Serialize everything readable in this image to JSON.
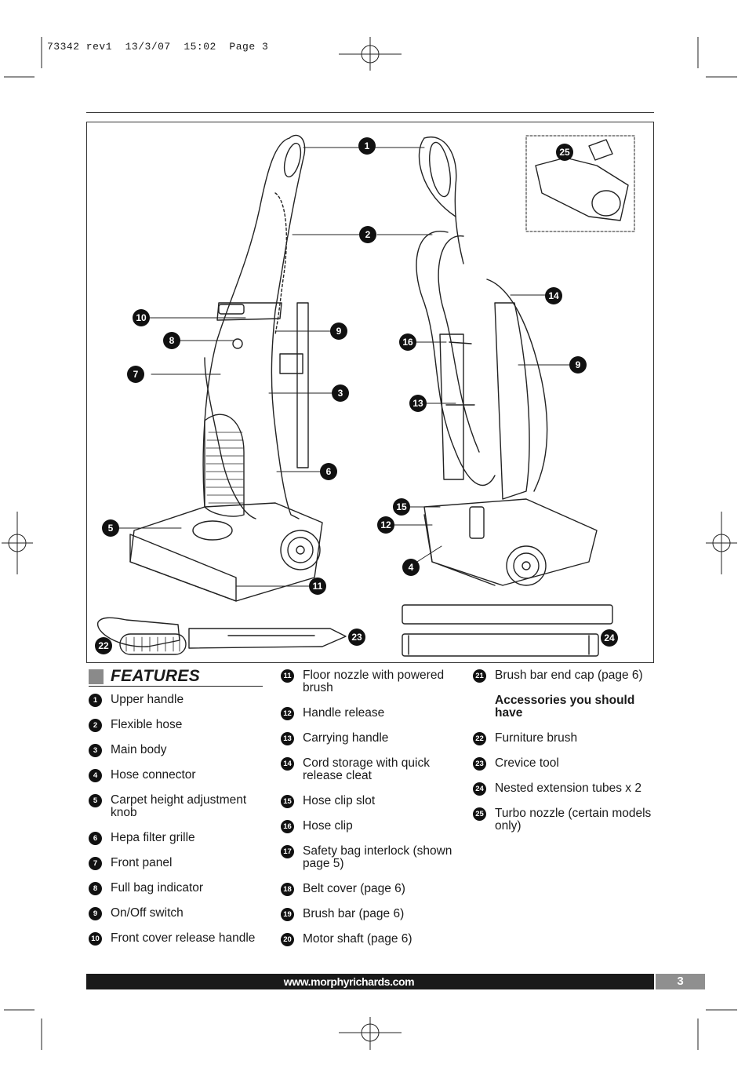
{
  "print_header": "73342 rev1  13/3/07  15:02  Page 3",
  "figure": {
    "callouts": [
      "1",
      "2",
      "10",
      "9",
      "8",
      "16",
      "14",
      "7",
      "3",
      "13",
      "6",
      "15",
      "5",
      "12",
      "4",
      "11",
      "22",
      "23",
      "24",
      "25"
    ]
  },
  "features": {
    "title": "FEATURES",
    "col1": [
      {
        "n": "1",
        "text": "Upper handle"
      },
      {
        "n": "2",
        "text": "Flexible hose"
      },
      {
        "n": "3",
        "text": "Main body"
      },
      {
        "n": "4",
        "text": "Hose connector"
      },
      {
        "n": "5",
        "text": "Carpet height adjustment knob"
      },
      {
        "n": "6",
        "text": "Hepa filter grille"
      },
      {
        "n": "7",
        "text": "Front panel"
      },
      {
        "n": "8",
        "text": "Full bag indicator"
      },
      {
        "n": "9",
        "text": "On/Off switch"
      },
      {
        "n": "10",
        "text": "Front cover release handle"
      }
    ],
    "col2": [
      {
        "n": "11",
        "text": "Floor nozzle with powered brush"
      },
      {
        "n": "12",
        "text": "Handle release"
      },
      {
        "n": "13",
        "text": "Carrying handle"
      },
      {
        "n": "14",
        "text": "Cord storage with quick release cleat"
      },
      {
        "n": "15",
        "text": "Hose clip slot"
      },
      {
        "n": "16",
        "text": "Hose clip"
      },
      {
        "n": "17",
        "text": "Safety bag interlock (shown page 5)"
      },
      {
        "n": "18",
        "text": "Belt cover (page 6)"
      },
      {
        "n": "19",
        "text": "Brush bar (page 6)"
      },
      {
        "n": "20",
        "text": "Motor shaft (page 6)"
      }
    ],
    "col3_first": {
      "n": "21",
      "text": "Brush bar end cap (page 6)"
    },
    "accessories_heading": "Accessories you should have",
    "col3": [
      {
        "n": "22",
        "text": "Furniture brush"
      },
      {
        "n": "23",
        "text": "Crevice tool"
      },
      {
        "n": "24",
        "text": "Nested extension tubes x 2"
      },
      {
        "n": "25",
        "text": "Turbo nozzle (certain models only)"
      }
    ]
  },
  "footer": {
    "url": "www.morphyrichards.com",
    "page_number": "3"
  }
}
